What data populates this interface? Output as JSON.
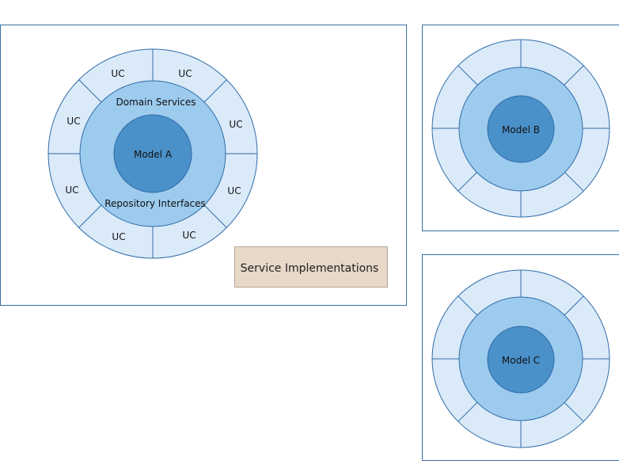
{
  "colors": {
    "frame_stroke": "#3a6ea5",
    "ring_outer": "#dbeaf9",
    "ring_middle": "#9ccbee",
    "core": "#4a90c9",
    "ring_stroke": "#2f6ca8",
    "impl_fill": "#e8d8c8",
    "impl_stroke": "#b5a89a"
  },
  "context_a": {
    "model": "Model A",
    "domain_services": "Domain Services",
    "repository_interfaces": "Repository Interfaces",
    "use_cases": [
      "UC",
      "UC",
      "UC",
      "UC",
      "UC",
      "UC",
      "UC",
      "UC"
    ],
    "service_implementations": "Service Implementations"
  },
  "context_b": {
    "model": "Model B"
  },
  "context_c": {
    "model": "Model C"
  }
}
